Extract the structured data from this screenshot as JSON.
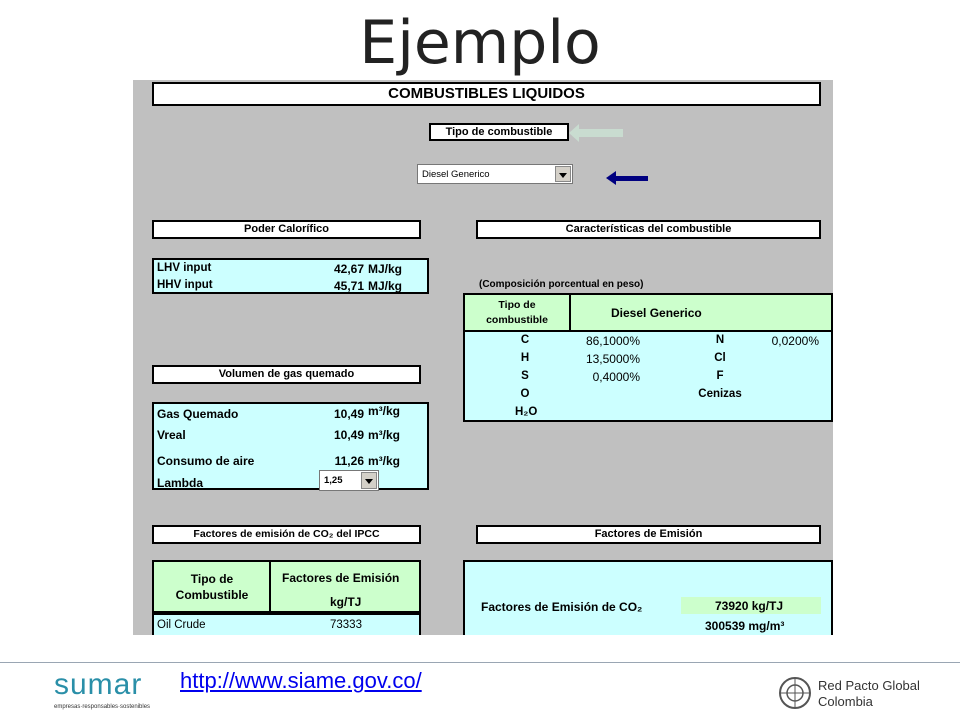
{
  "slide": {
    "title": "Ejemplo",
    "url": "http://www.siame.gov.co/"
  },
  "sheet": {
    "main_header": "COMBUSTIBLES LIQUIDOS",
    "fuel_type_label": "Tipo de combustible",
    "fuel_select": {
      "value": "Diesel Generico",
      "icon": "chevron-down-icon"
    },
    "calorific": {
      "header": "Poder Calorífico",
      "rows": [
        {
          "label": "LHV input",
          "value": "42,67",
          "unit": "MJ/kg"
        },
        {
          "label": "HHV input",
          "value": "45,71",
          "unit": "MJ/kg"
        }
      ]
    },
    "characteristics": {
      "header": "Características del combustible",
      "subtitle": "(Composición porcentual en peso)",
      "type_header": "Tipo de combustible",
      "type_value": "Diesel Generico",
      "left_elements": [
        {
          "el": "C",
          "pct": "86,1000%"
        },
        {
          "el": "H",
          "pct": "13,5000%"
        },
        {
          "el": "S",
          "pct": "0,4000%"
        },
        {
          "el": "O",
          "pct": ""
        },
        {
          "el": "H₂O",
          "pct": ""
        }
      ],
      "right_elements": [
        {
          "el": "N",
          "pct": "0,0200%"
        },
        {
          "el": "Cl",
          "pct": ""
        },
        {
          "el": "F",
          "pct": ""
        },
        {
          "el": "Cenizas",
          "pct": ""
        }
      ]
    },
    "gas_volume": {
      "header": "Volumen de gas quemado",
      "rows": [
        {
          "label": "Gas Quemado",
          "value": "10,49",
          "unit": "m³/kg"
        },
        {
          "label": "Vreal",
          "value": "10,49",
          "unit": "m³/kg"
        },
        {
          "label": "Consumo de aire",
          "value": "11,26",
          "unit": "m³/kg"
        }
      ],
      "lambda_label": "Lambda",
      "lambda_value": "1,25"
    },
    "ipcc": {
      "header": "Factores de emisión de CO₂  del IPCC",
      "col1": "Tipo de Combustible",
      "col2": "Factores de Emisión",
      "col2_unit": "kg/TJ",
      "rows": [
        {
          "fuel": "Oil Crude",
          "value": "73333"
        }
      ]
    },
    "emission": {
      "header": "Factores de Emisión",
      "label": "Factores de Emisión de CO₂",
      "value1": "73920 kg/TJ",
      "value2": "300539 mg/m³"
    }
  },
  "logos": {
    "left": {
      "name": "sumar",
      "tagline": "empresas·responsables·sostenibles"
    },
    "right": {
      "line1": "Red Pacto Global",
      "line2": "Colombia"
    }
  },
  "colors": {
    "sheet_bg": "#c0c0c0",
    "cell_cyan": "#ccffff",
    "cell_green": "#ccffcc",
    "arrow_navy": "#000080",
    "arrow_light": "#c9dcd0",
    "link": "#0000ee"
  }
}
